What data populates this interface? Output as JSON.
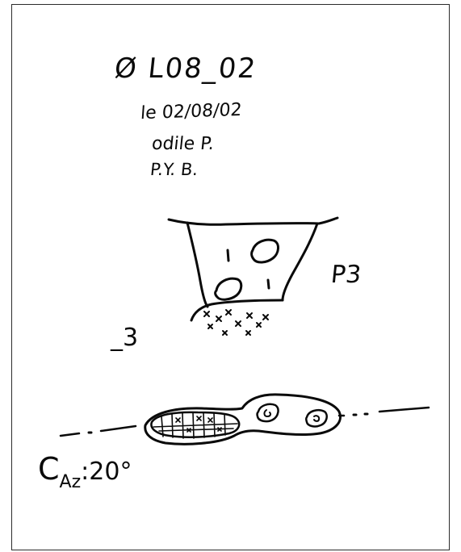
{
  "sheet": {
    "title": "Ø L08_02",
    "date": "le 02/08/02",
    "author_1": "odile P.",
    "author_2": "P.Y. B.",
    "layer_label": "P3",
    "depth_label": "_3",
    "azimuth_symbol": "C",
    "azimuth_prefix": "Az",
    "azimuth_value": ":20°"
  }
}
